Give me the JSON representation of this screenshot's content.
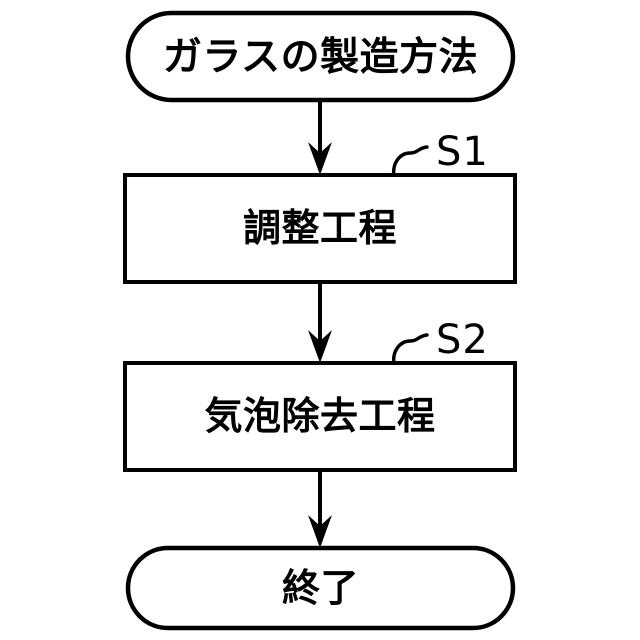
{
  "diagram": {
    "type": "flowchart",
    "orientation": "vertical",
    "background_color": "#ffffff",
    "line_color": "#000000",
    "nodes": [
      {
        "id": "start",
        "shape": "stadium",
        "label": "ガラスの製造方法",
        "step_ref": ""
      },
      {
        "id": "step-s1",
        "shape": "rectangle",
        "label": "調整工程",
        "step_ref": "S1"
      },
      {
        "id": "step-s2",
        "shape": "rectangle",
        "label": "気泡除去工程",
        "step_ref": "S2"
      },
      {
        "id": "end",
        "shape": "stadium",
        "label": "終了",
        "step_ref": ""
      }
    ],
    "edges": [
      {
        "from": "start",
        "to": "step-s1",
        "style": "arrow-down"
      },
      {
        "from": "step-s1",
        "to": "step-s2",
        "style": "arrow-down"
      },
      {
        "from": "step-s2",
        "to": "end",
        "style": "arrow-down"
      }
    ]
  }
}
